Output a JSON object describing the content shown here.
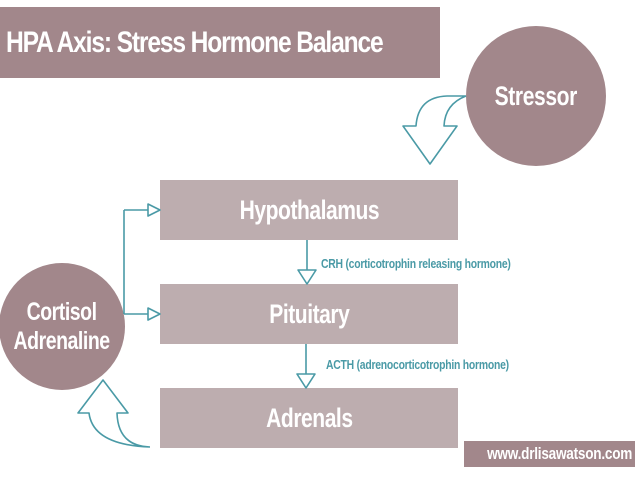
{
  "title": "HPA Axis: Stress Hormone Balance",
  "nodes": {
    "stressor": "Stressor",
    "hypothalamus": "Hypothalamus",
    "pituitary": "Pituitary",
    "adrenals": "Adrenals",
    "feedback_line1": "Cortisol",
    "feedback_line2": "Adrenaline"
  },
  "edges": {
    "crh": "CRH (corticotrophin releasing hormone)",
    "acth": "ACTH (adrenocorticotrophin hormone)"
  },
  "footer": {
    "url": "www.drlisawatson.com"
  },
  "colors": {
    "title_bg": "#a2878b",
    "circle_bg": "#a2878b",
    "box_bg": "#bdadaf",
    "arrow": "#4a9aa6",
    "text_on_shape": "#ffffff"
  }
}
